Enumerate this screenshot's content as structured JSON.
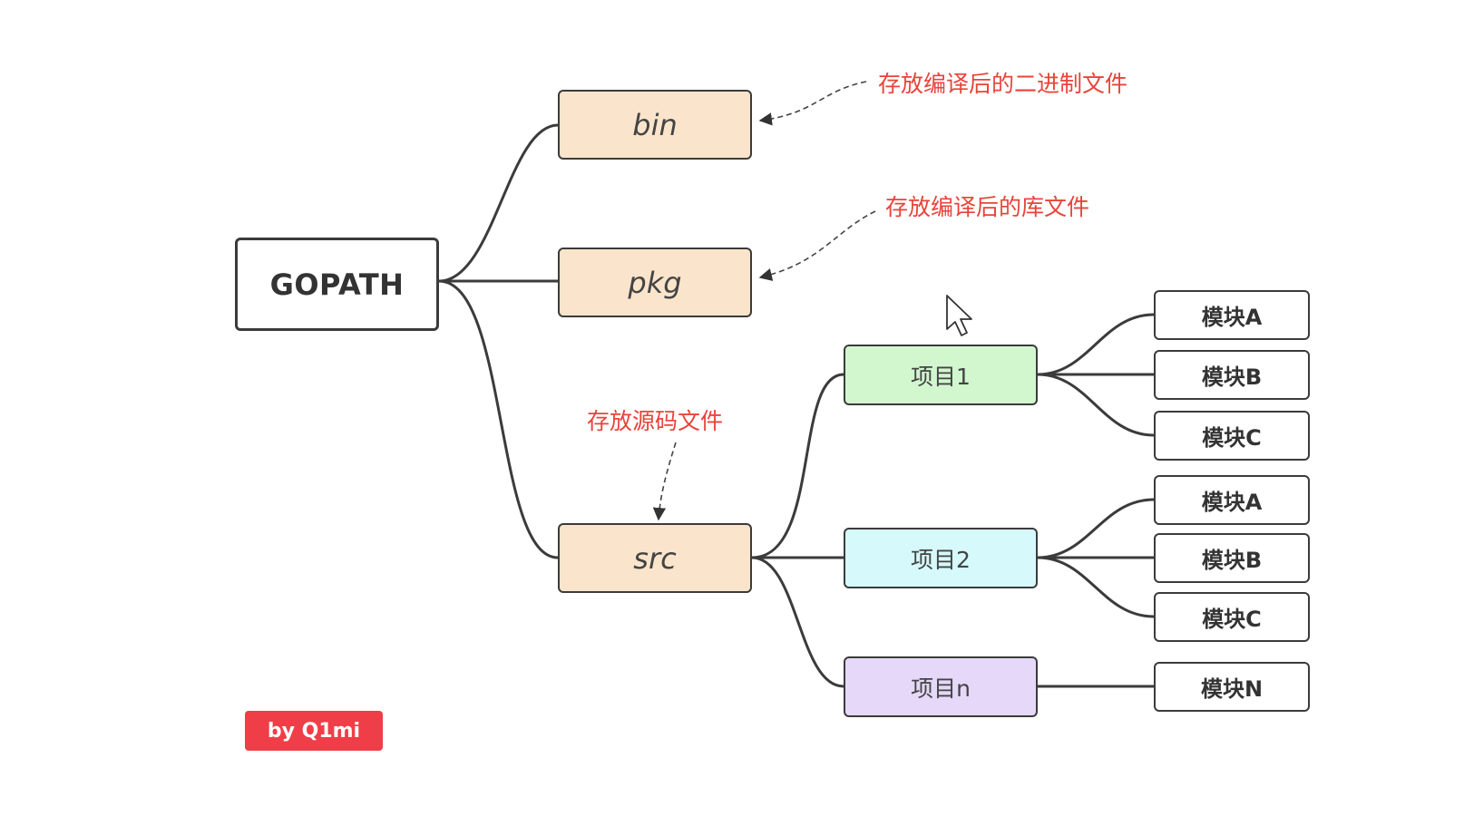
{
  "diagram": {
    "root": {
      "label": "GOPATH"
    },
    "dirs": [
      {
        "key": "bin",
        "label": "bin",
        "color": "#fae5cc"
      },
      {
        "key": "pkg",
        "label": "pkg",
        "color": "#fae5cc"
      },
      {
        "key": "src",
        "label": "src",
        "color": "#fae5cc"
      }
    ],
    "notes": {
      "bin": "存放编译后的二进制文件",
      "pkg": "存放编译后的库文件",
      "src": "存放源码文件"
    },
    "projects": [
      {
        "label": "项目1",
        "color": "#d2f7cf",
        "modules": [
          "模块A",
          "模块B",
          "模块C"
        ]
      },
      {
        "label": "项目2",
        "color": "#d6fafb",
        "modules": [
          "模块A",
          "模块B",
          "模块C"
        ]
      },
      {
        "label": "项目n",
        "color": "#e6d8f8",
        "modules": [
          "模块N"
        ]
      }
    ],
    "badge": {
      "label": "by Q1mi",
      "color": "#ef3e48"
    },
    "colors": {
      "line": "#3b3b3b",
      "note": "#e8443a"
    }
  }
}
